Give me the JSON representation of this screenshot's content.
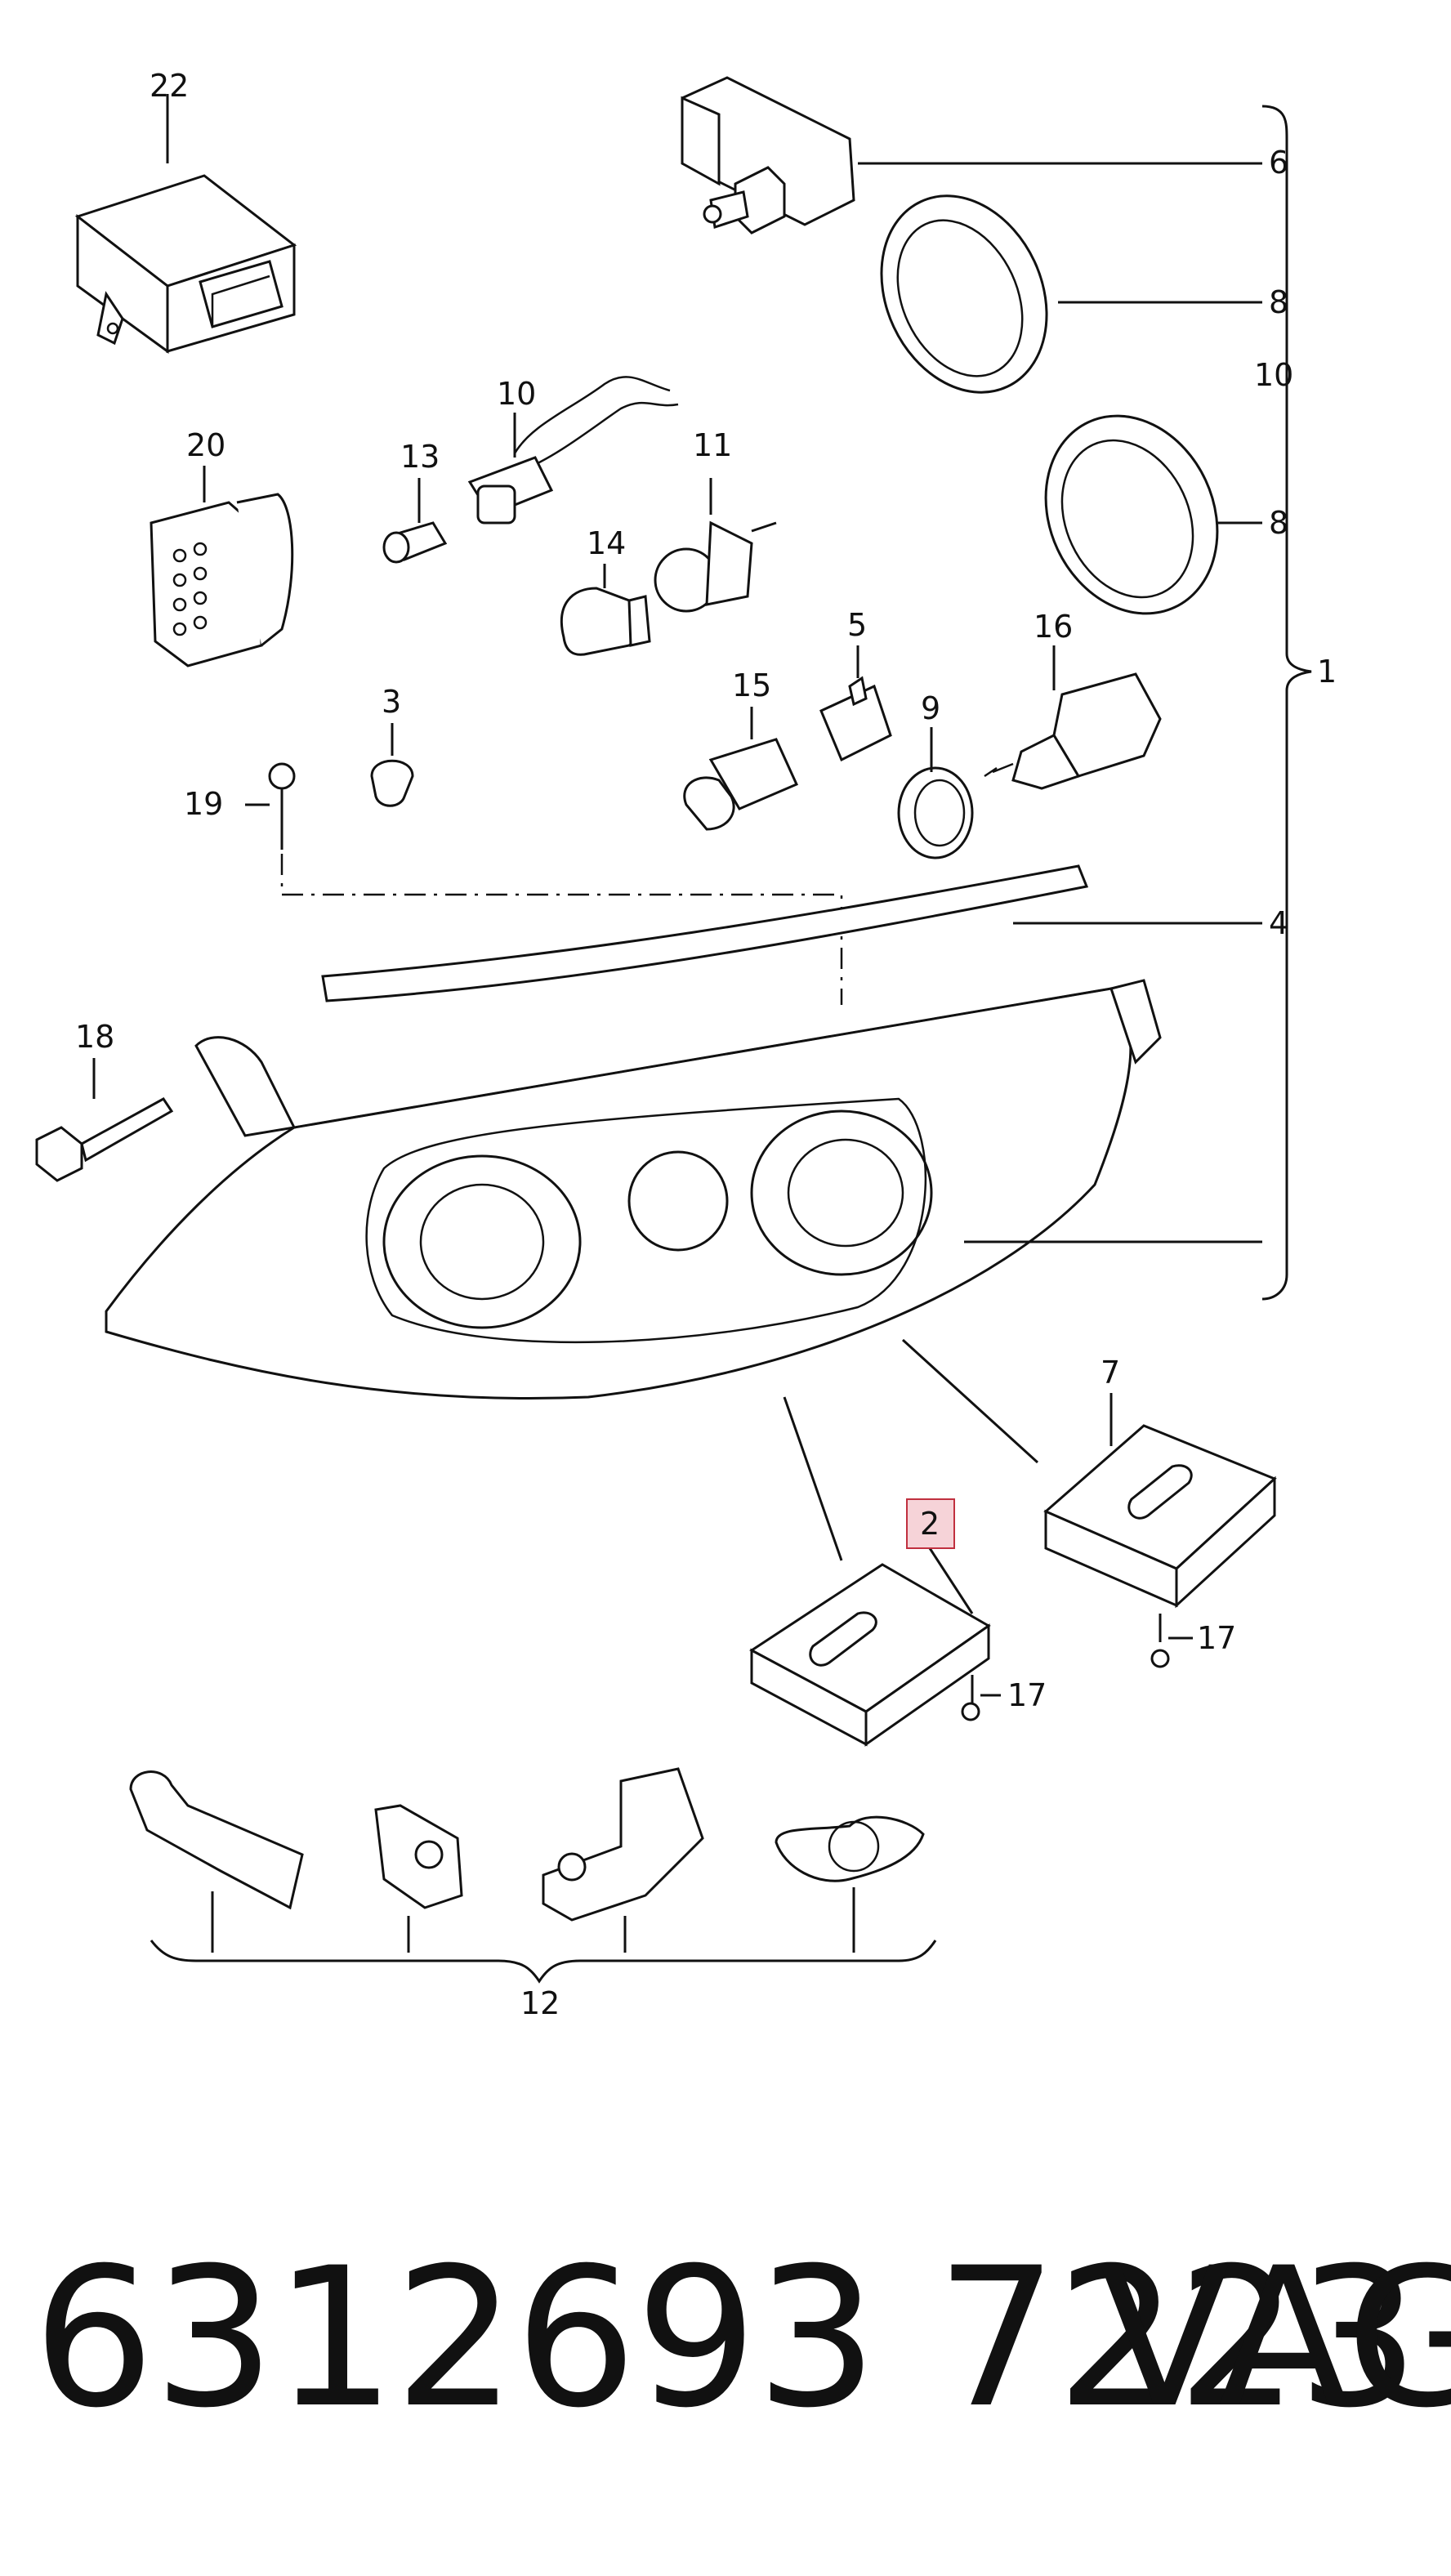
{
  "callouts": {
    "c1": "1",
    "c2": "2",
    "c3": "3",
    "c4": "4",
    "c5": "5",
    "c6": "6",
    "c7": "7",
    "c8a": "8",
    "c8b": "8",
    "c9": "9",
    "c10": "10",
    "c11": "11",
    "c12": "12",
    "c13": "13",
    "c14": "14",
    "c15": "15",
    "c16": "16",
    "c17a": "17",
    "c17b": "17",
    "c18": "18",
    "c19": "19",
    "c20": "20",
    "c22": "22"
  },
  "highlight": {
    "color": "#f6d3d8",
    "border": "#c0303f"
  },
  "footer": {
    "part_number": "6312693 7223",
    "brand": "VAG"
  }
}
